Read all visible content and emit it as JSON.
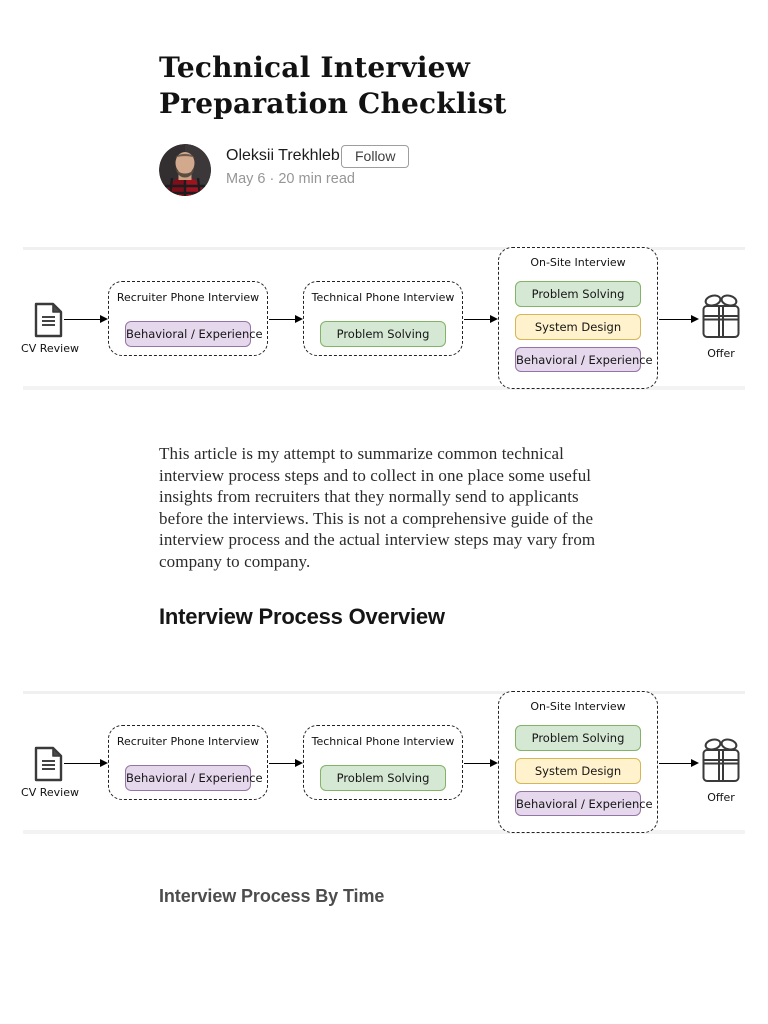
{
  "article": {
    "title": "Technical Interview Preparation Checklist",
    "author": {
      "name": "Oleksii Trekhleb",
      "follow_label": "Follow",
      "meta": "May 6 · 20 min read",
      "avatar": "portrait-of-bearded-man-in-red-plaid-shirt"
    },
    "intro": "This article is my attempt to summarize common technical interview process steps and to collect in one place some useful insights from recruiters that they normally send to applicants before the interviews. This is not a comprehensive guide of the interview process and the actual interview steps may vary from company to company.",
    "heading_overview": "Interview Process Overview",
    "heading_by_time": "Interview Process By Time"
  },
  "diagram": {
    "cv_label": "CV Review",
    "recruiter": {
      "title": "Recruiter Phone Interview",
      "pill": "Behavioral / Experience"
    },
    "technical": {
      "title": "Technical Phone Interview",
      "pill": "Problem Solving"
    },
    "onsite": {
      "title": "On-Site Interview",
      "pills": [
        "Problem Solving",
        "System Design",
        "Behavioral / Experience"
      ]
    },
    "offer_label": "Offer",
    "colors": {
      "green_fill": "#d5e8d4",
      "green_border": "#82b366",
      "yellow_fill": "#fff2cc",
      "yellow_border": "#d6b656",
      "purple_fill": "#e5d8ec",
      "purple_border": "#9673a6"
    }
  }
}
